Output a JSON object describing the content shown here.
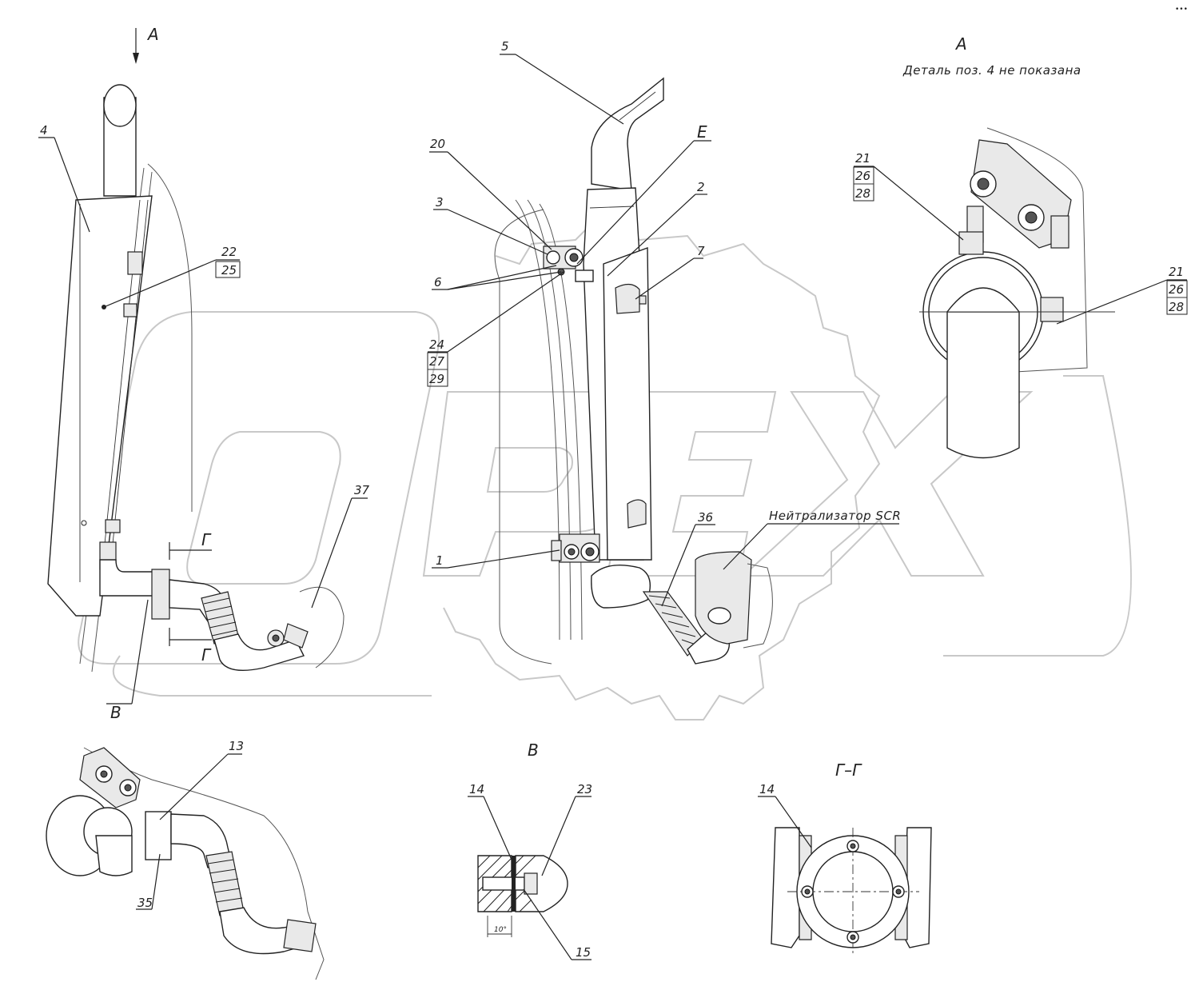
{
  "watermark": {
    "text": "OPEX"
  },
  "corner_mark": "•••",
  "view_a": {
    "arrow_label": "А",
    "title": "А",
    "note": "Деталь поз. 4 не показана",
    "labels": {
      "l21a": "21",
      "l26a": "26",
      "l28a": "28",
      "l21b": "21",
      "l26b": "26",
      "l28b": "28"
    }
  },
  "left_view": {
    "labels": {
      "p4": "4",
      "p22": "22",
      "p25": "25",
      "p37": "37",
      "sec_g1": "Г",
      "sec_g2": "Г",
      "v": "В"
    }
  },
  "center_view": {
    "labels": {
      "p5": "5",
      "pE": "Е",
      "p2": "2",
      "p20": "20",
      "p3": "3",
      "p7": "7",
      "p6": "6",
      "p24": "24",
      "p27": "27",
      "p29": "29",
      "p1": "1",
      "p36": "36",
      "scr": "Нейтрализатор SCR"
    }
  },
  "bottom_left": {
    "labels": {
      "p13": "13",
      "p35": "35"
    }
  },
  "detail_v": {
    "title": "В",
    "labels": {
      "p14": "14",
      "p23": "23",
      "p15": "15",
      "dim": "10°"
    }
  },
  "section_gg": {
    "title": "Г–Г",
    "labels": {
      "p14": "14"
    }
  }
}
